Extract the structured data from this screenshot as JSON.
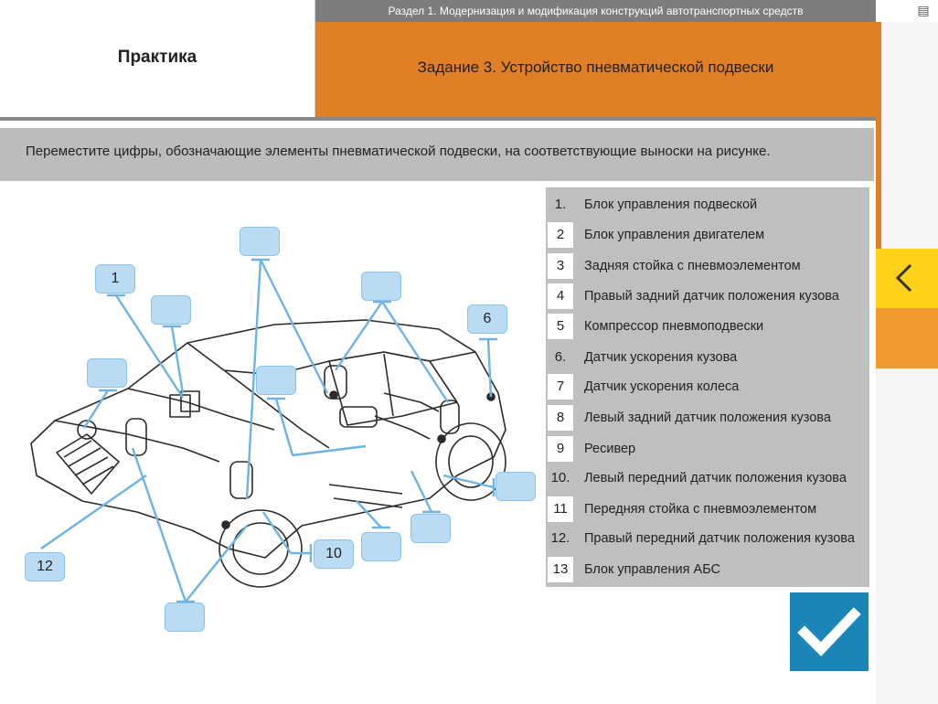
{
  "header": {
    "section_title": "Раздел 1. Модернизация и модификация конструкций автотранспортных средств",
    "practice_label": "Практика",
    "task_title": "Задание 3. Устройство пневматической подвески"
  },
  "instruction": "Переместите цифры, обозначающие элементы пневматической подвески, на соответствующие выноски на рисунке.",
  "legend": [
    {
      "num": "1.",
      "text": "Блок управления подвеской"
    },
    {
      "num": "2",
      "text": "Блок управления двигателем"
    },
    {
      "num": "3",
      "text": "Задняя стойка с пневмоэлементом"
    },
    {
      "num": "4",
      "text": "Правый задний датчик положения кузова"
    },
    {
      "num": "5",
      "text": "Компрессор пневмоподвески"
    },
    {
      "num": "6.",
      "text": "Датчик ускорения кузова"
    },
    {
      "num": "7",
      "text": "Датчик ускорения колеса"
    },
    {
      "num": "8",
      "text": "Левый задний датчик положения кузова"
    },
    {
      "num": "9",
      "text": "Ресивер"
    },
    {
      "num": "10.",
      "text": "Левый передний датчик положения кузова"
    },
    {
      "num": "11",
      "text": "Передняя стойка с пневмоэлементом"
    },
    {
      "num": "12.",
      "text": "Правый передний датчик положения кузова"
    },
    {
      "num": "13",
      "text": "Блок управления АБС"
    }
  ],
  "callouts": [
    "1",
    "",
    "",
    "",
    "",
    "",
    "6",
    "",
    "",
    "",
    "",
    "10",
    "12",
    ""
  ],
  "icons": {
    "back": "chevron-left-icon",
    "check": "checkmark-icon"
  },
  "colors": {
    "accent": "#e07f25",
    "callout": "#b9dbf3",
    "check_bg": "#1a86b8",
    "side_yellow": "#ffd11a"
  }
}
